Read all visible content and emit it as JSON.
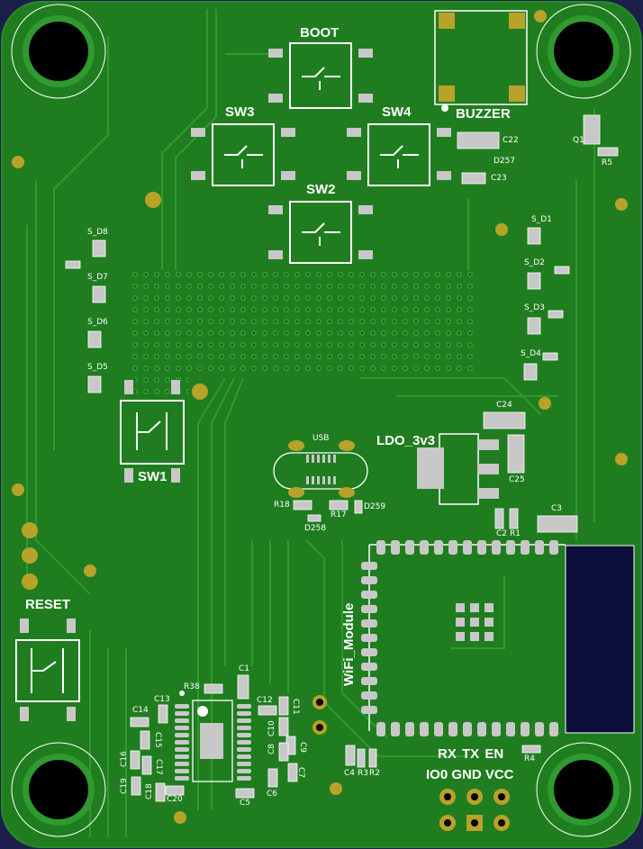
{
  "board": {
    "colors": {
      "background": "#1c1f4a",
      "solder_mask": "#1f7d1f",
      "trace": "#2f9a2f",
      "pad": "#c8c8c8",
      "gold": "#b8a22a",
      "silkscreen": "#ffffff"
    }
  },
  "switches": {
    "boot": "BOOT",
    "sw1": "SW1",
    "sw2": "SW2",
    "sw3": "SW3",
    "sw4": "SW4",
    "reset": "RESET"
  },
  "modules": {
    "buzzer": "BUZZER",
    "ldo": "LDO_3v3",
    "usb": "USB",
    "wifi": "WiFi_Module"
  },
  "header": {
    "row1": "RX  TX  EN",
    "row2": "IO0 GND VCC"
  },
  "leds": [
    "S_D1",
    "S_D2",
    "S_D3",
    "S_D4",
    "S_D5",
    "S_D6",
    "S_D7",
    "S_D8"
  ],
  "refs": {
    "C1": "C1",
    "C2": "C2",
    "C3": "C3",
    "C4": "C4",
    "C5": "C5",
    "C6": "C6",
    "C7": "C7",
    "C8": "C8",
    "C9": "C9",
    "C10": "C10",
    "C11": "C11",
    "C12": "C12",
    "C13": "C13",
    "C14": "C14",
    "C15": "C15",
    "C16": "C16",
    "C17": "C17",
    "C18": "C18",
    "C19": "C19",
    "C20": "C20",
    "C22": "C22",
    "C23": "C23",
    "C24": "C24",
    "C25": "C25",
    "R1": "R1",
    "R2": "R2",
    "R3": "R3",
    "R4": "R4",
    "R5": "R5",
    "R17": "R17",
    "R18": "R18",
    "R38": "R38",
    "Q1": "Q1",
    "D257": "D257",
    "D258": "D258",
    "D259": "D259"
  }
}
